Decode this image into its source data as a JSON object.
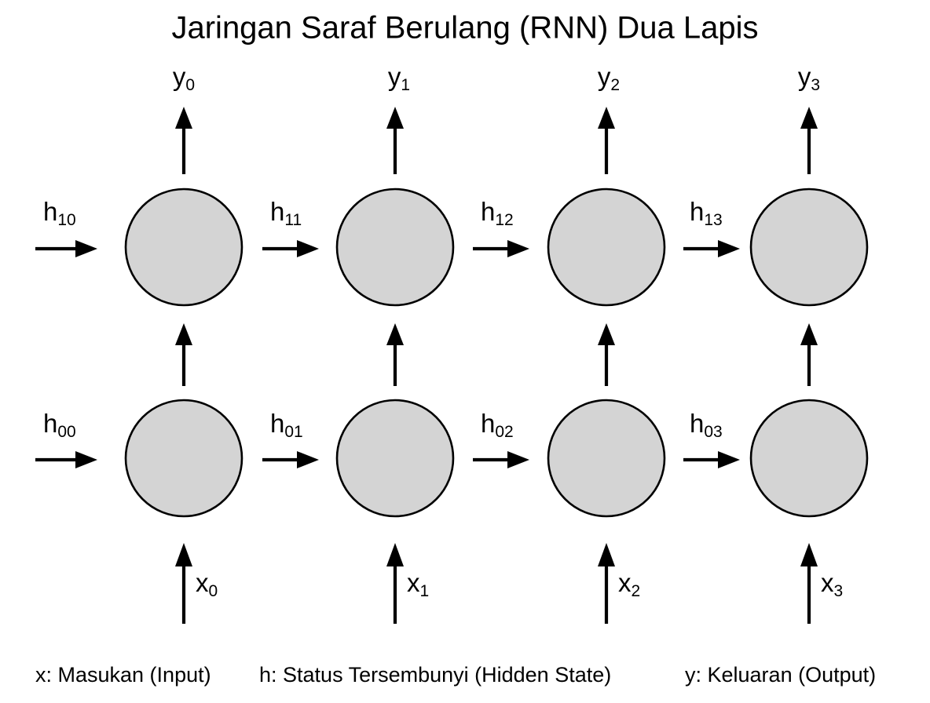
{
  "title": "Jaringan Saraf Berulang (RNN) Dua Lapis",
  "diagram": {
    "type": "rnn-unrolled",
    "timesteps": 4,
    "layers": 2,
    "node_fill": "#d4d4d4",
    "node_stroke": "#000000",
    "background": "#ffffff"
  },
  "outputs": [
    {
      "base": "y",
      "sub": "0",
      "full": "y0"
    },
    {
      "base": "y",
      "sub": "1",
      "full": "y1"
    },
    {
      "base": "y",
      "sub": "2",
      "full": "y2"
    },
    {
      "base": "y",
      "sub": "3",
      "full": "y3"
    }
  ],
  "inputs": [
    {
      "base": "x",
      "sub": "0",
      "full": "x0"
    },
    {
      "base": "x",
      "sub": "1",
      "full": "x1"
    },
    {
      "base": "x",
      "sub": "2",
      "full": "x2"
    },
    {
      "base": "x",
      "sub": "3",
      "full": "x3"
    }
  ],
  "hidden_top": [
    {
      "base": "h",
      "sub": "10",
      "full": "h10"
    },
    {
      "base": "h",
      "sub": "11",
      "full": "h11"
    },
    {
      "base": "h",
      "sub": "12",
      "full": "h12"
    },
    {
      "base": "h",
      "sub": "13",
      "full": "h13"
    }
  ],
  "hidden_bottom": [
    {
      "base": "h",
      "sub": "00",
      "full": "h00"
    },
    {
      "base": "h",
      "sub": "01",
      "full": "h01"
    },
    {
      "base": "h",
      "sub": "02",
      "full": "h02"
    },
    {
      "base": "h",
      "sub": "03",
      "full": "h03"
    }
  ],
  "legend": {
    "input": "x: Masukan (Input)",
    "hidden": "h: Status Tersembunyi (Hidden State)",
    "output": "y: Keluaran (Output)"
  }
}
